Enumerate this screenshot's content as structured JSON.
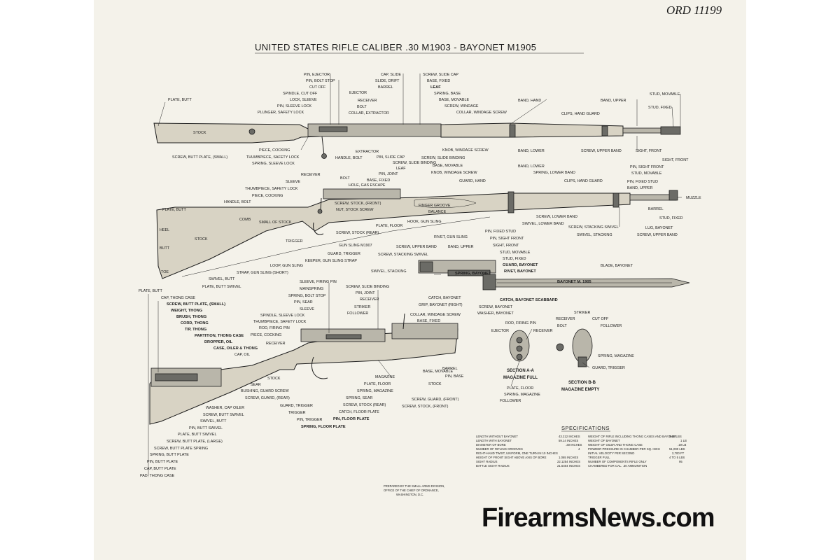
{
  "header": {
    "ord_number": "ORD 11199",
    "title": "UNITED STATES RIFLE CALIBER .30 M1903 - BAYONET M1905"
  },
  "rifle_top_labels": [
    "PIN, EJECTOR",
    "PIN, BOLT STOP",
    "CUT OFF",
    "SPINDLE, CUT OFF",
    "LOCK, SLEEVE",
    "PIN, SLEEVE LOCK",
    "PLUNGER, SAFETY LOCK",
    "EJECTOR",
    "RECEIVER",
    "BOLT",
    "COLLAR, EXTRACTOR",
    "CAP, SLIDE",
    "SLIDE, DRIFT",
    "BARREL",
    "SCREW, SLIDE CAP",
    "BASE, FIXED",
    "LEAF",
    "SPRING, BASE",
    "BASE, MOVABLE",
    "SCREW, WINDAGE",
    "COLLAR, WINDAGE SCREW",
    "BAND, HAND",
    "CLIPS, HAND GUARD",
    "BAND, UPPER",
    "STUD, MOVABLE",
    "STUD, FIXED",
    "PLATE, BUTT",
    "STOCK",
    "SCREW, BUTT PLATE, (SMALL)",
    "PIECE, COCKING",
    "THUMBPIECE, SAFETY LOCK",
    "SPRING, SLEEVE LOCK",
    "EXTRACTOR",
    "HANDLE, BOLT",
    "PIN, SLIDE CAP",
    "KNOB, WINDAGE SCREW",
    "SCREW, SLIDE BINDING",
    "BAND, LOWER",
    "SCREW, UPPER BAND",
    "SIGHT, FRONT"
  ],
  "rifle_mid_labels": [
    "SCREW, SLIDE BINDING",
    "LEAF",
    "BASE, MOVABLE",
    "PIN, JOINT",
    "KNOB, WINDAGE SCREW",
    "BASE, FIXED",
    "GUARD, HAND",
    "RECEIVER",
    "BOLT",
    "SLEEVE",
    "HOLE, GAS ESCAPE",
    "THUMBPIECE, SAFETY LOCK",
    "PIECE, COCKING",
    "HANDLE, BOLT",
    "SCREW, STOCK, (FRONT)",
    "NUT, STOCK SCREW",
    "FINGER GROOVE",
    "BALANCE",
    "BAND, LOWER",
    "SPRING, LOWER BAND",
    "CLIPS, HAND GUARD",
    "SIGHT, FRONT",
    "PIN, SIGHT FRONT",
    "STUD, MOVABLE",
    "PIN, FIXED STUD",
    "BAND, UPPER",
    "MUZZLE",
    "BARREL",
    "STUD, FIXED",
    "PLATE, BUTT",
    "COMB",
    "SMALL OF STOCK",
    "HEEL",
    "STOCK",
    "BUTT",
    "TOE",
    "PLATE, FLOOR",
    "HOOK, GUN SLING",
    "SCREW, STOCK (REAR)",
    "TRIGGER",
    "GUN SLING M1907",
    "GUARD, TRIGGER",
    "KEEPER, GUN SLING STRAP",
    "LOOP, GUN SLING",
    "STRAP, GUN SLING (SHORT)",
    "SWIVEL, BUTT",
    "PLATE, BUTT SWIVEL",
    "SCREW, LOWER BAND",
    "SWIVEL, LOWER BAND",
    "RIVET, GUN SLING",
    "SCREW, STACKING SWIVEL",
    "LUG, BAYONET",
    "SWIVEL, STACKING",
    "SCREW, UPPER BAND"
  ],
  "bayonet_labels": [
    "PIN, FIXED STUD",
    "PIN, SIGHT FRONT",
    "SIGHT, FRONT",
    "STUD, MOVABLE",
    "STUD, FIXED",
    "GUARD, BAYONET",
    "RIVET, BAYONET",
    "SCREW, UPPER BAND",
    "SCREW, STACKING SWIVEL",
    "BAND, UPPER",
    "SWIVEL, STACKING",
    "SPRING, BAYONET",
    "BLADE, BAYONET",
    "BAYONET M. 1905",
    "CATCH, BAYONET",
    "GRIP, BAYONET (RIGHT)",
    "SCREW, BAYONET",
    "WASHER, BAYONET",
    "CATCH, BAYONET SCABBARD"
  ],
  "section_labels": [
    "PLATE, BUTT",
    "CAP, THONG CASE",
    "SCREW, BUTT PLATE, (SMALL)",
    "WEIGHT, THONG",
    "BRUSH, THONG",
    "CORD, THONG",
    "TIP, THONG",
    "PARTITION, THONG CASE",
    "DROPPER, OIL",
    "CASE, OILER & THONG",
    "CAP, OIL",
    "SLEEVE, FIRING PIN",
    "MAINSPRING",
    "SPRING, BOLT STOP",
    "PIN, SEAR",
    "SLEEVE",
    "SPINDLE, SLEEVE LOCK",
    "THUMBPIECE, SAFETY LOCK",
    "ROD, FIRING PIN",
    "PIECE, COCKING",
    "RECEIVER",
    "SCREW, SLIDE BINDING",
    "PIN, JOINT",
    "RECEIVER",
    "STRIKER",
    "FOLLOWER",
    "COLLAR, WINDAGE SCREW",
    "BASE, FIXED",
    "BARREL",
    "PIN, BASE",
    "BASE, MOVABLE",
    "STOCK",
    "MAGAZINE",
    "PLATE, FLOOR",
    "SPRING, MAGAZINE",
    "SPRING, SEAR",
    "SCREW, STOCK (REAR)",
    "CATCH, FLOOR PLATE",
    "PIN, FLOOR PLATE",
    "SPRING, FLOOR PLATE",
    "PIN, TRIGGER",
    "TRIGGER",
    "GUARD, TRIGGER",
    "SCREW, GUARD, (REAR)",
    "BUSHING, GUARD SCREW",
    "SEAR",
    "STOCK",
    "SCREW, GUARD, (FRONT)",
    "SCREW, STOCK, (FRONT)",
    "WASHER, CAP OILER",
    "SCREW, BUTT SWIVEL",
    "SWIVEL, BUTT",
    "PIN, BUTT SWIVEL",
    "PLATE, BUTT SWIVEL",
    "SCREW, BUTT PLATE, (LARGE)",
    "SCREW, BUTT PLATE SPRING",
    "SPRING, BUTT PLATE",
    "PIN, BUTT PLATE",
    "CAP, BUTT PLATE",
    "PAD, THONG CASE"
  ],
  "section_aa": {
    "labels": [
      "ROD, FIRING PIN",
      "EJECTOR",
      "RECEIVER",
      "PLATE, FLOOR",
      "SPRING, MAGAZINE",
      "FOLLOWER"
    ],
    "title1": "SECTION A-A",
    "title2": "MAGAZINE FULL"
  },
  "section_bb": {
    "labels": [
      "STRIKER",
      "RECEIVER",
      "CUT OFF",
      "BOLT",
      "FOLLOWER",
      "SPRING, MAGAZINE",
      "GUARD, TRIGGER"
    ],
    "title1": "SECTION B-B",
    "title2": "MAGAZINE EMPTY"
  },
  "specifications": {
    "heading": "SPECIFICATIONS",
    "left": [
      {
        "k": "LENGTH WITHOUT BAYONET",
        "v": "43.212 INCHES"
      },
      {
        "k": "LENGTH WITH BAYONET",
        "v": "59.14 INCHES"
      },
      {
        "k": "DIAMETER OF BORE",
        "v": ".30 INCHES"
      },
      {
        "k": "NUMBER OF RIFLING GROOVES",
        "v": "4"
      },
      {
        "k": "RIGHT-HAND TWIST, UNIFORM, ONE TURN IN 10 INCHES",
        "v": ""
      },
      {
        "k": "HEIGHT OF FRONT SIGHT ABOVE AXIS OF BORE",
        "v": "1.065 INCHES"
      },
      {
        "k": "SIGHT RADIUS",
        "v": "22.1254 INCHES"
      },
      {
        "k": "BATTLE SIGHT RADIUS",
        "v": "21.5404 INCHES"
      }
    ],
    "right": [
      {
        "k": "WEIGHT OF RIFLE INCLUDING THONG CASES AND BAYONET",
        "v": "9.69 LBS"
      },
      {
        "k": "WEIGHT OF BAYONET",
        "v": "1 LB"
      },
      {
        "k": "WEIGHT OF OILER AND THONG CASE",
        "v": ".19 LB"
      },
      {
        "k": "POWDER PRESSURE IN CHAMBER-PER SQ. INCH",
        "v": "51,000 LBS"
      },
      {
        "k": "INITIAL VELOCITY PER SECOND",
        "v": "2,700 FT"
      },
      {
        "k": "TRIGGER PULL",
        "v": "4 TO 5 LBS"
      },
      {
        "k": "NUMBER OF COMPONENTS RIFLE ONLY",
        "v": "95"
      },
      {
        "k": "CHAMBERED FOR CAL. .30 AMMUNITION",
        "v": ""
      }
    ]
  },
  "footer": {
    "prepared1": "PREPARED BY THE SMALL ARMS DIVISION,",
    "prepared2": "OFFICE OF THE CHIEF OF ORDNANCE,",
    "prepared3": "WASHINGTON, D.C.",
    "watermark": "FirearmsNews.com"
  }
}
